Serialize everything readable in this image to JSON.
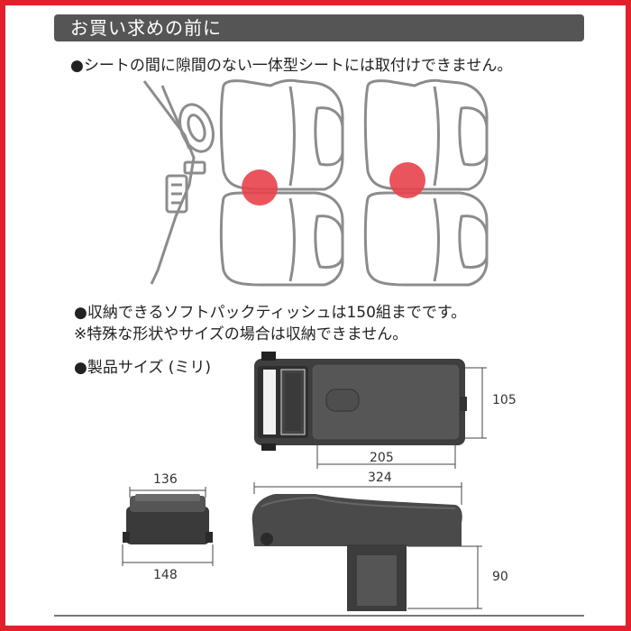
{
  "header": {
    "title": "お買い求めの前に"
  },
  "notes": {
    "seat_note": "●シートの間に隙間のない一体型シートには取付けできません。",
    "tissue_note": "●収納できるソフトパックティッシュは150組までです。",
    "special_note": "※特殊な形状やサイズの場合は収納できません。",
    "size_heading": "●製品サイズ (ミリ)"
  },
  "dimensions": {
    "top_height": "105",
    "top_inner_width": "205",
    "front_top_width": "136",
    "front_bottom_width": "148",
    "side_length": "324",
    "side_leg_height": "90"
  },
  "colors": {
    "border": "#e21f2b",
    "header_bg": "#555555",
    "marker": "#e8434b",
    "product": "#4a4a4a"
  }
}
